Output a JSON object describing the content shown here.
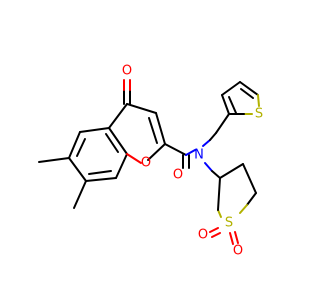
{
  "molecule": {
    "atom_labels": {
      "o_ketone": "O",
      "o_ring": "O",
      "o_amide": "O",
      "n_amide": "N",
      "s_thiophene": "S",
      "s_sulfone": "S",
      "o_sulfone_1": "O",
      "o_sulfone_2": "O"
    },
    "colors": {
      "bond": "#000000",
      "oxygen": "#ff0000",
      "nitrogen": "#0000ff",
      "sulfur": "#b2b200"
    }
  }
}
